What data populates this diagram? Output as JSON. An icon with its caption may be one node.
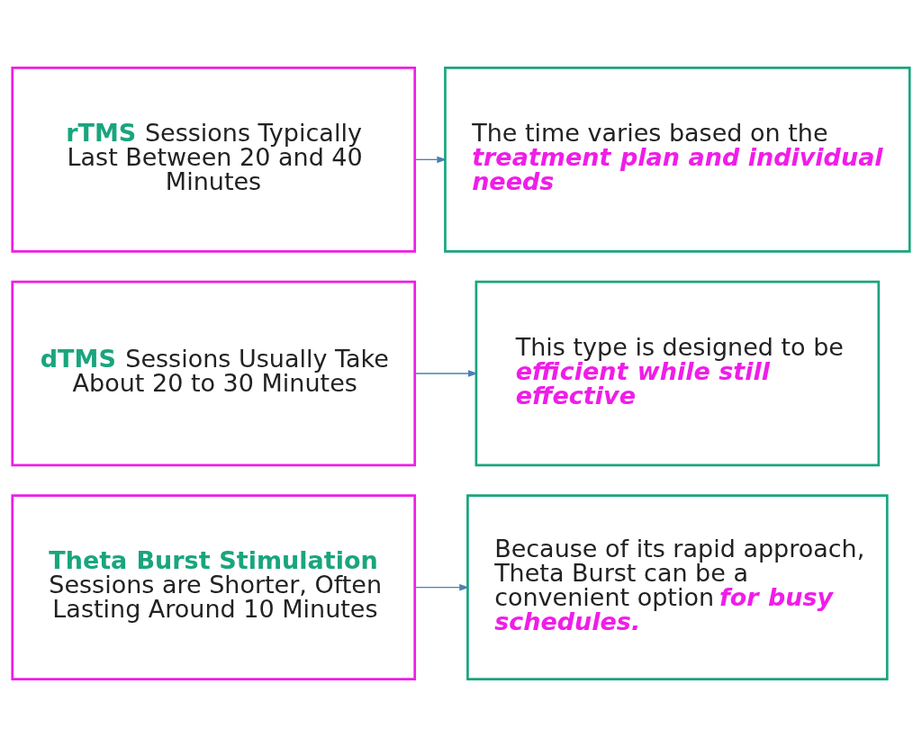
{
  "diagram": {
    "nodes": [
      {
        "text": [
          "**rTMS** Sessions Typically Last Between 20 and 40 Minutes"
        ]
      },
      {
        "text": [
          "The time varies based on the *treatment plan and individual needs*"
        ]
      },
      {
        "text": [
          "**dTMS** Sessions Usually Take About 20 to 30 Minutes"
        ]
      },
      {
        "text": [
          "This type is designed to be *efficient while still effective*"
        ]
      },
      {
        "text": [
          "**Theta Burst Stimulation** Sessions are Shorter, Often Lasting Around 10 Minutes"
        ]
      },
      {
        "text": [
          "Because of its rapid approach, Theta Burst can be a convenient option *for busy schedules.*"
        ]
      }
    ],
    "edges": [
      {
        "from": 0,
        "to": 1,
        "arrow": "to"
      },
      {
        "from": 2,
        "to": 3,
        "arrow": "to"
      },
      {
        "from": 4,
        "to": 5,
        "arrow": "to"
      }
    ]
  }
}
